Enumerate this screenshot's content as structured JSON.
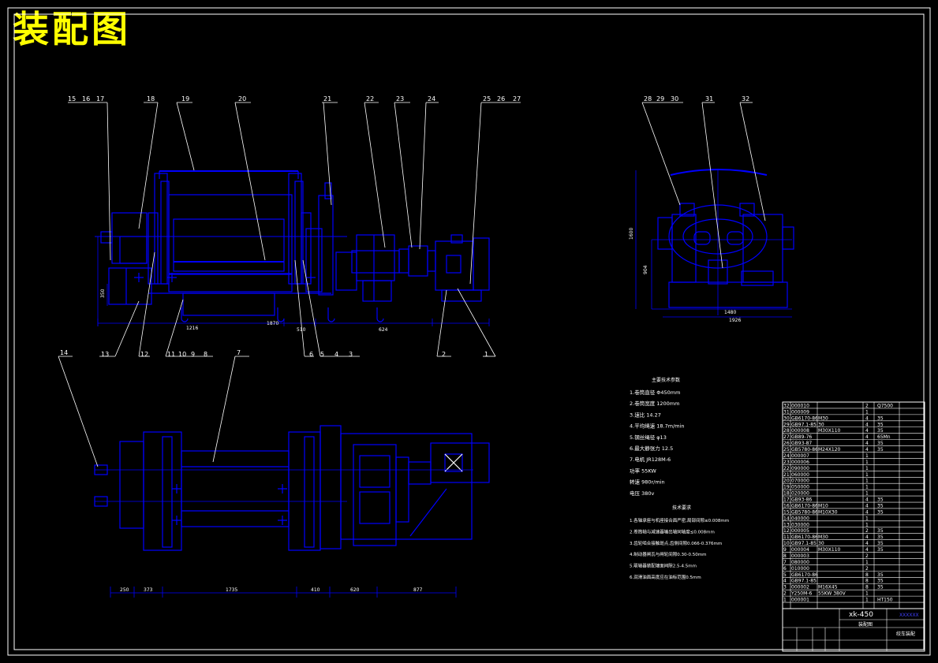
{
  "drawing": {
    "title": "装配图",
    "colors": {
      "frame": "#ffffff",
      "lines": "#0000ff",
      "text": "#ffffff",
      "title": "#ffff00",
      "bg": "#000000"
    }
  },
  "callouts_top": [
    "15",
    "16",
    "17",
    "18",
    "19",
    "20",
    "21",
    "22",
    "23",
    "24",
    "25",
    "26",
    "27"
  ],
  "callouts_bottom": [
    "13",
    "12",
    "11",
    "10",
    "9",
    "8",
    "6",
    "5",
    "4",
    "3",
    "2",
    "1"
  ],
  "callouts_side": [
    "28",
    "29",
    "30",
    "31",
    "32"
  ],
  "callout_plan": "14",
  "callout_plan2": "7",
  "dims_front": [
    "1216",
    "1870",
    "510",
    "624"
  ],
  "dims_side": [
    "1480",
    "1926",
    "1600",
    "904"
  ],
  "dims_plan": [
    "250",
    "373",
    "1735",
    "410",
    "620",
    "877"
  ],
  "dim_front_small": "350",
  "specs": {
    "heading": "主要技术参数",
    "items": [
      "1.卷筒直径  Φ450mm",
      "2.卷筒宽度  1200mm",
      "3.速比       14.27",
      "4.平均绳速  18.7m/min",
      "5.钢丝绳径  φ13",
      "6.最大静张力 12.5",
      "7.电机 JR128M-6",
      "   功率  55KW",
      "   转速 980r/min",
      "   电压  380v"
    ]
  },
  "tech_req": {
    "heading": "技术要求",
    "items": [
      "1.各轴承座与机座接合面严密,局部间隙≤0.008mm",
      "2.卷筒轴与减速器输出轴同轴度≤0.008mm",
      "3.齿轮啮合接触斑点,齿侧间隙0.066-0.376mm",
      "4.制动器闸瓦与闸轮间隙0.30-0.50mm",
      "5.联轴器装配端面间隙2.5-4.5mm",
      "6.润滑油面高度应在油标范围0.5mm"
    ]
  },
  "bom": [
    [
      "32",
      "000010",
      "",
      "2",
      "Q7500"
    ],
    [
      "31",
      "000009",
      "",
      "1",
      ""
    ],
    [
      "30",
      "GB6170-86",
      "M30",
      "4",
      "35"
    ],
    [
      "29",
      "GB97.1-85",
      "30",
      "4",
      "35"
    ],
    [
      "28",
      "000008",
      "M30X110",
      "4",
      "35"
    ],
    [
      "27",
      "GB89-76",
      "",
      "4",
      "65Mn"
    ],
    [
      "26",
      "GB93-87",
      "",
      "4",
      "35"
    ],
    [
      "25",
      "GB5780-86",
      "M24X120",
      "4",
      "35"
    ],
    [
      "24",
      "000007",
      "",
      "1",
      ""
    ],
    [
      "23",
      "000006",
      "",
      "1",
      ""
    ],
    [
      "22",
      "090000",
      "",
      "1",
      ""
    ],
    [
      "21",
      "060000",
      "",
      "1",
      ""
    ],
    [
      "20",
      "070000",
      "",
      "1",
      ""
    ],
    [
      "19",
      "050000",
      "",
      "1",
      ""
    ],
    [
      "18",
      "020000",
      "",
      "1",
      ""
    ],
    [
      "17",
      "GB93-86",
      "",
      "4",
      "35"
    ],
    [
      "16",
      "GB6170-86",
      "M10",
      "4",
      "35"
    ],
    [
      "15",
      "GB5780-86",
      "M10X30",
      "4",
      "35"
    ],
    [
      "14",
      "040000",
      "",
      "1",
      ""
    ],
    [
      "13",
      "030000",
      "",
      "1",
      ""
    ],
    [
      "12",
      "000005",
      "",
      "2",
      "35"
    ],
    [
      "11",
      "GB6170-86",
      "M30",
      "4",
      "35"
    ],
    [
      "10",
      "GB97.1-85",
      "30",
      "4",
      "35"
    ],
    [
      "9",
      "000004",
      "M30X110",
      "4",
      "35"
    ],
    [
      "8",
      "000003",
      "",
      "2",
      ""
    ],
    [
      "7",
      "080000",
      "",
      "1",
      ""
    ],
    [
      "6",
      "010000",
      "",
      "2",
      ""
    ],
    [
      "5",
      "GB6170-86",
      "",
      "8",
      "35"
    ],
    [
      "4",
      "GB97.1-85",
      "",
      "8",
      "35"
    ],
    [
      "3",
      "000002",
      "M16X45",
      "8",
      "35"
    ],
    [
      "2",
      "Y250M-6",
      "55KW 380V",
      "1",
      ""
    ],
    [
      "1",
      "000001",
      "",
      "1",
      "HT150"
    ]
  ],
  "title_block": {
    "drawing_no": "xk-450",
    "sub": "装配图",
    "name": "绞车装配",
    "school": "XXXXXX"
  }
}
